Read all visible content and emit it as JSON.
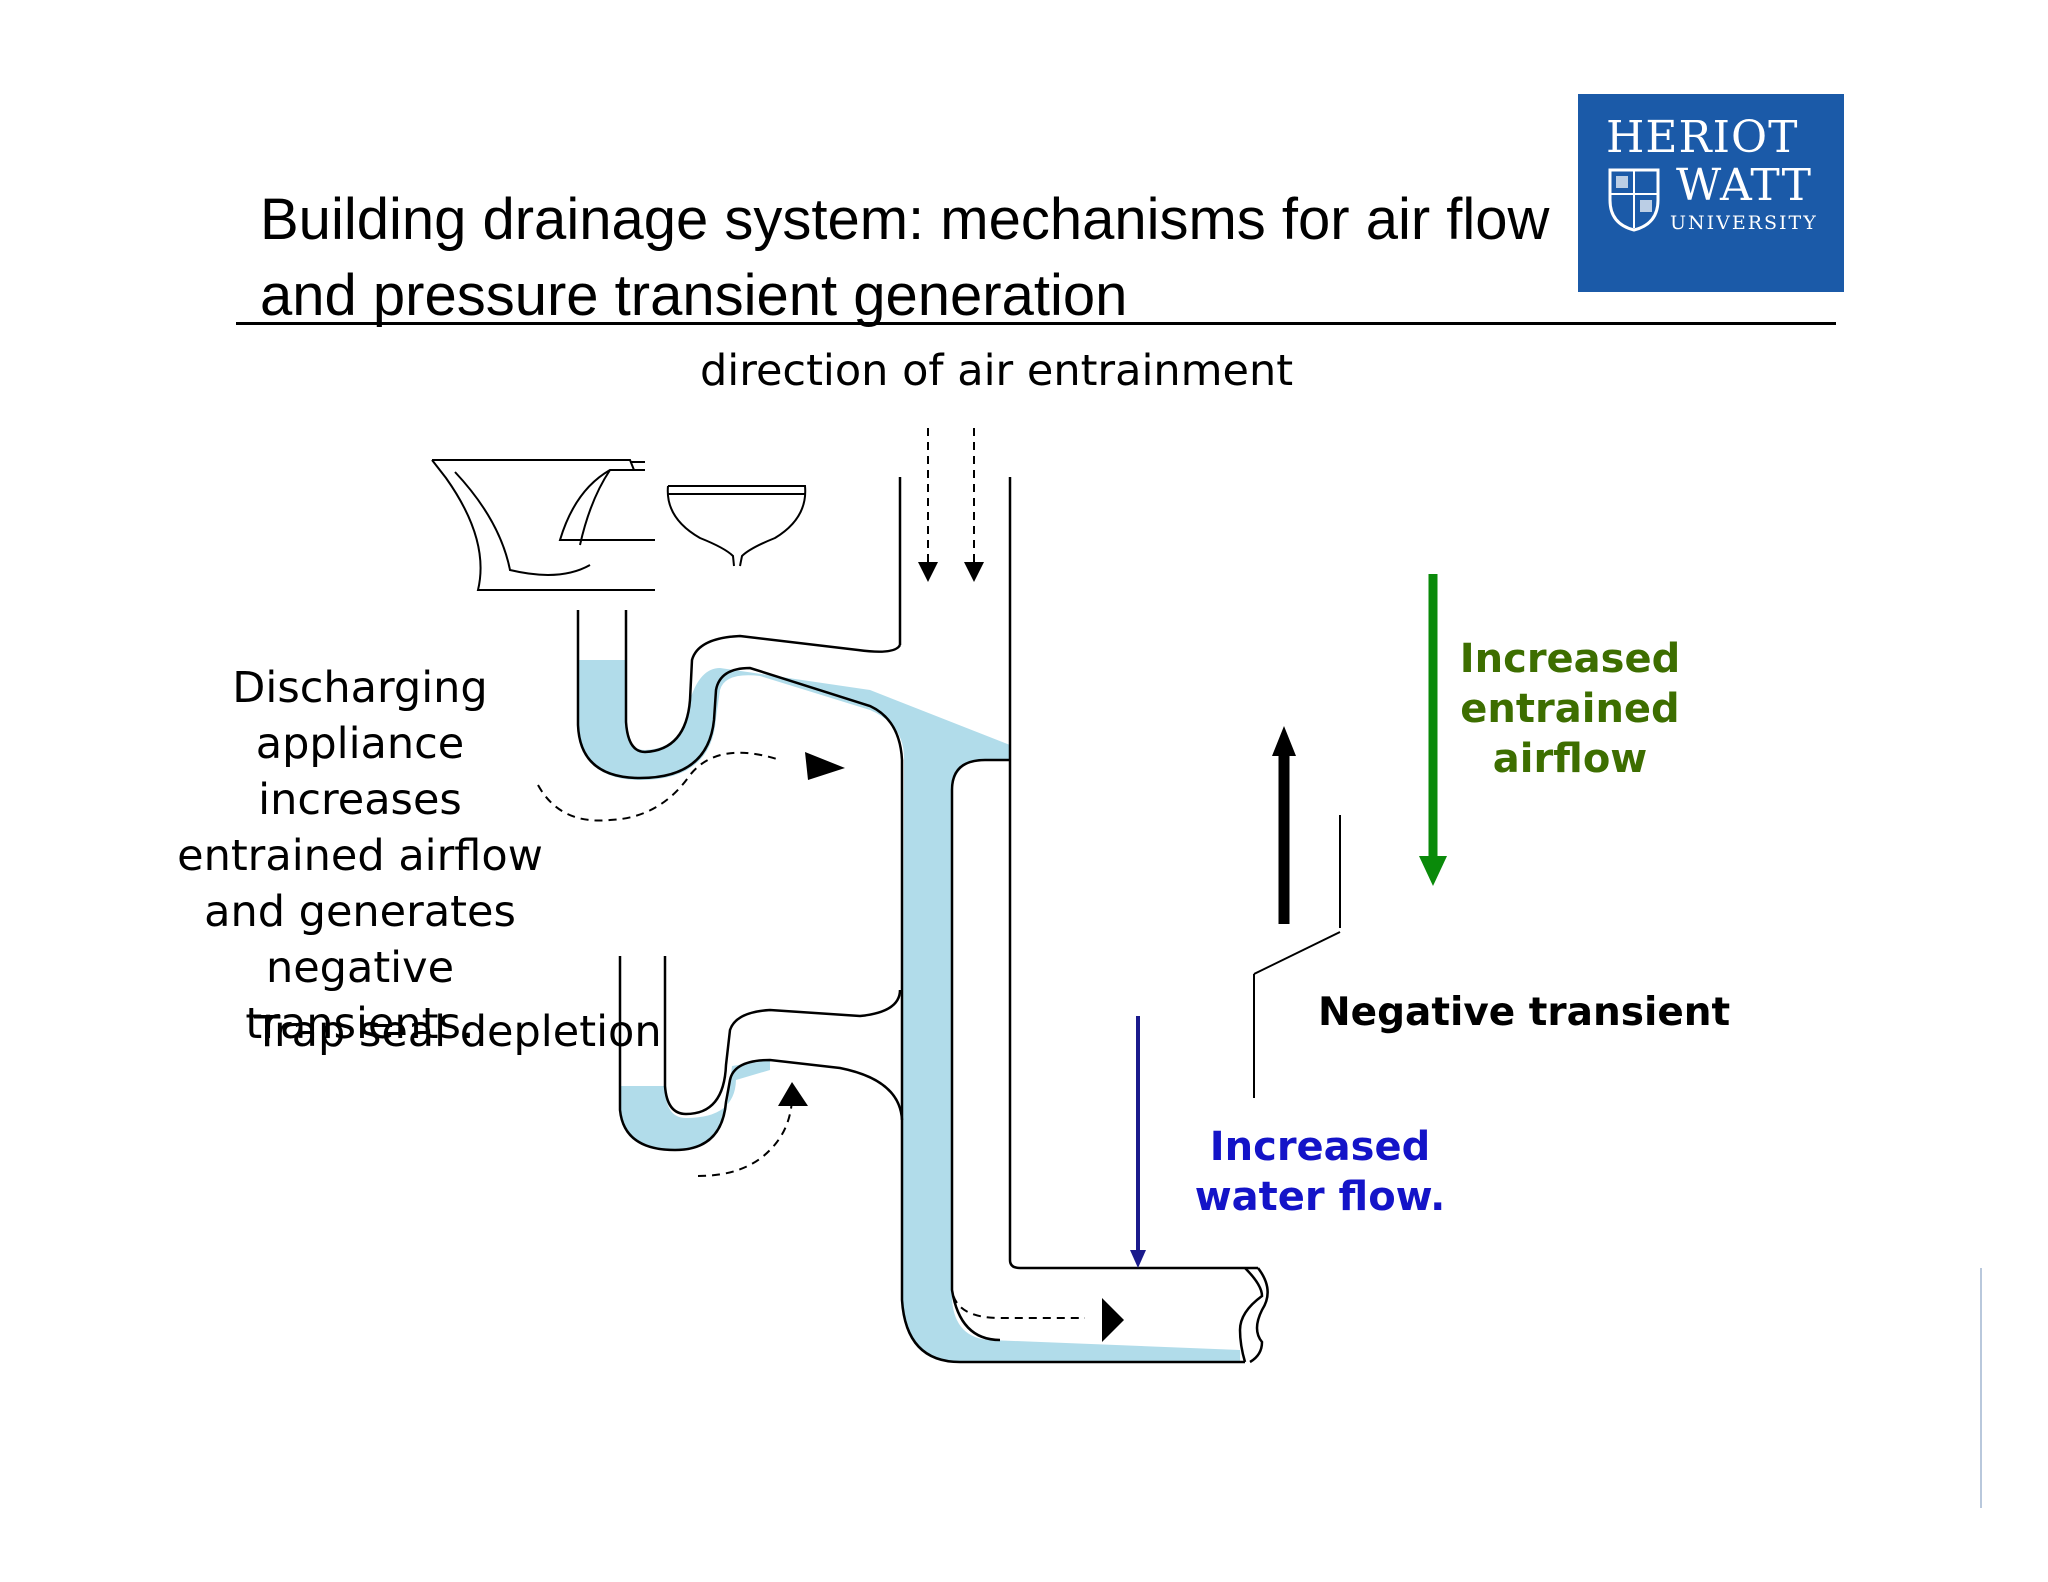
{
  "slide": {
    "title": "Building drainage system: mechanisms for air flow and pressure transient generation"
  },
  "logo": {
    "line1": "HERIOT",
    "line2": "WATT",
    "line3": "UNIVERSITY"
  },
  "labels": {
    "air_entrainment": "direction of air entrainment",
    "discharging": "Discharging appliance increases entrained airflow and generates negative transients.",
    "trap_seal": "Trap seal depletion",
    "negative_transient": "Negative transient",
    "increased_water": "Increased water flow.",
    "increased_airflow": "Increased entrained airflow"
  },
  "colors": {
    "water": "#a8d8e8",
    "airflow_arrow": "#0a8a0a",
    "airflow_text": "#3d6e00",
    "water_arrow": "#1a1a8c",
    "water_text": "#1414c8",
    "logo_bg": "#1b5aa8"
  }
}
